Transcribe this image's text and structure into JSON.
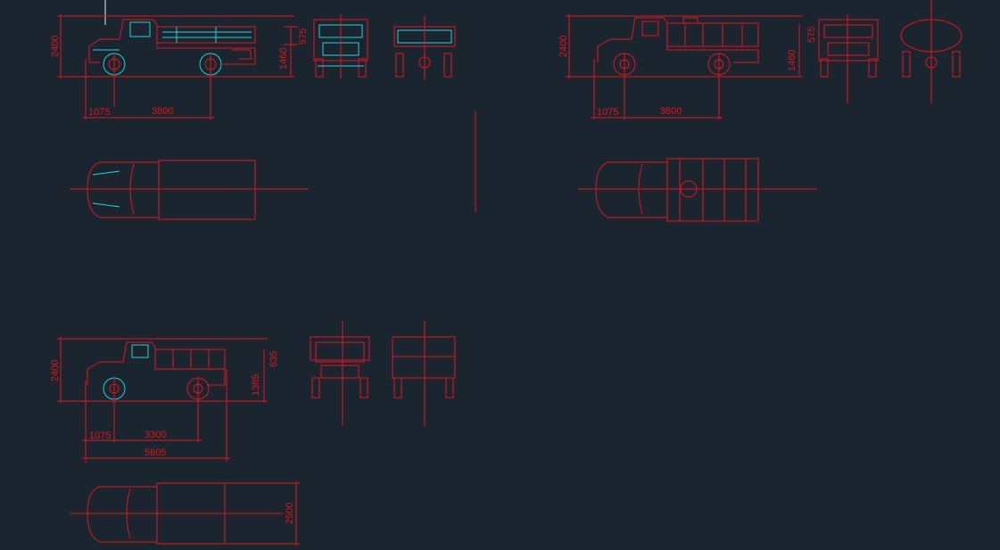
{
  "colors": {
    "background": "#1b2530",
    "geometry": "#e0151c",
    "detail": "#21d2d8",
    "cursor": "#e6e6e6"
  },
  "drawing": {
    "flatbed_truck": {
      "dims": {
        "height": "2400",
        "front_overhang": "1075",
        "wheelbase": "3800",
        "cab_to_roof": "575",
        "bed_height": "1460"
      }
    },
    "tanker_truck": {
      "dims": {
        "height": "2400",
        "front_overhang": "1075",
        "wheelbase": "3800",
        "cab_to_roof": "575",
        "bed_height": "1460"
      }
    },
    "dump_truck": {
      "dims": {
        "height": "2400",
        "front_overhang": "1075",
        "wheelbase": "3300",
        "overall_length": "5605",
        "bed_side": "635",
        "bed_height": "1385",
        "width": "2500"
      }
    }
  }
}
